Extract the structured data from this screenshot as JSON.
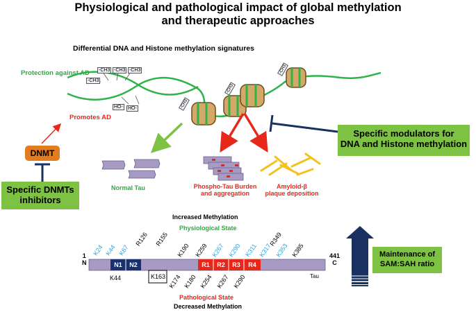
{
  "title_line1": "Physiological and pathological impact of global methylation",
  "title_line2": "and therapeutic approaches",
  "signatures_label": "Differential DNA and Histone methylation signatures",
  "protection_label": "Protection against AD",
  "promotes_label": "Promotes AD",
  "dnmt_label": "DNMT",
  "dnmt_inhibitors": [
    "Specific DNMTs",
    "inhibitors"
  ],
  "modulators": [
    "Specific modulators for",
    "DNA and Histone methylation"
  ],
  "normal_tau": "Normal Tau",
  "phospho_tau": [
    "Phospho-Tau Burden",
    "and aggregation"
  ],
  "amyloid": [
    "Amyloid-β",
    "plaque deposition"
  ],
  "methyl_label": "-CH3",
  "methyl_label_ho": "HO-",
  "increased_methylation": "Increased Methylation",
  "physiological_state": "Physiological State",
  "pathological_state": "Pathological State",
  "decreased_methylation": "Decreased Methylation",
  "maintenance": [
    "Maintenance of",
    "SAM:SAH ratio"
  ],
  "tau": {
    "start_num": "1",
    "start_letter": "N",
    "end_num": "441",
    "end_letter": "C",
    "name": "Tau",
    "regions": [
      "N1",
      "N2",
      "R1",
      "R2",
      "R3",
      "R4"
    ],
    "top_labels_blue": [
      "K24",
      "K44",
      "K67",
      "K267",
      "K290",
      "K311",
      "K317",
      "K353"
    ],
    "top_labels_black": [
      "R126",
      "R155",
      "K190",
      "K259",
      "R349",
      "K385"
    ],
    "bottom_labels": [
      "K44",
      "K163",
      "K174",
      "K180",
      "K254",
      "K267",
      "K290"
    ]
  },
  "colors": {
    "green": "#27ae3d",
    "red": "#e8271b",
    "box_green": "#7dc242",
    "dnmt_orange": "#e37b1f",
    "navy": "#1a3060",
    "tau_purple": "#a79bc4",
    "n_region": "#1a2f6e",
    "r_region": "#e8271b",
    "amyloid": "#f4c21f"
  }
}
